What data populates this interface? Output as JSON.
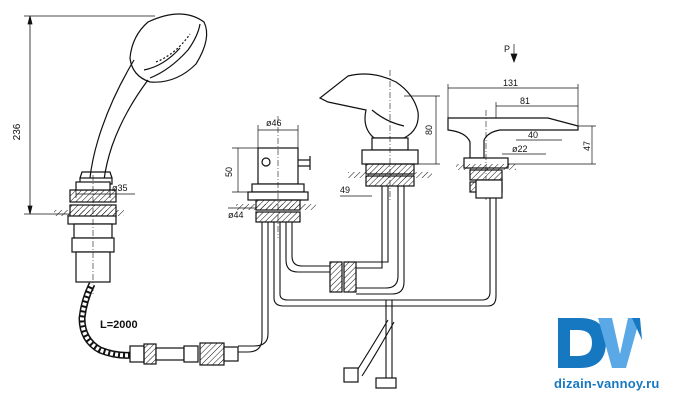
{
  "drawing": {
    "dimensions": {
      "shower_height": "236",
      "hose_length": "L=2000",
      "holder_diam": "ø35",
      "valve_diam": "ø46",
      "valve_height": "50",
      "valve_base_diam": "ø44",
      "mixer_height": "80",
      "mixer_reach": "49",
      "spout_total": "131",
      "spout_reach": "81",
      "spout_mid": "40",
      "spout_base_diam": "ø22",
      "spout_height": "47",
      "flow_marker": "P"
    }
  },
  "brand": {
    "logo_text": "DV",
    "site": "dizain-vannoy.ru",
    "colors": {
      "primary": "#1778c2",
      "light": "#5aa9e6"
    }
  }
}
